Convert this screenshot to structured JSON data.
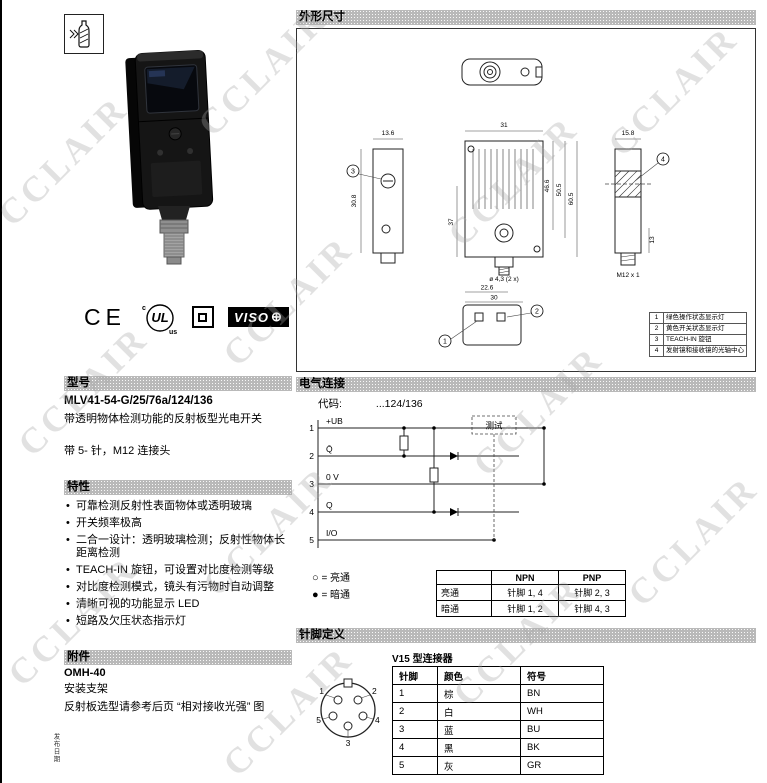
{
  "page": {
    "watermark": "CCLAIR",
    "side_text": "发布日期"
  },
  "header": {
    "certifications": {
      "ce": "CE",
      "ul": "UL",
      "ul_c": "c",
      "ul_us": "us",
      "visolux": "VISO",
      "visolux_plus": "⊕"
    }
  },
  "model": {
    "title": "型号",
    "number": "MLV41-54-G/25/76a/124/136",
    "description": "带透明物体检测功能的反射板型光电开关",
    "connector": "带 5- 针，M12 连接头"
  },
  "features": {
    "title": "特性",
    "items": [
      "可靠检测反射性表面物体或透明玻璃",
      "开关频率极高",
      "二合一设计：透明玻璃检测；反射性物体长距离检测",
      "TEACH-IN 旋钮，可设置对比度检测等级",
      "对比度检测模式，镜头有污物时自动调整",
      "清晰可视的功能显示 LED",
      "短路及欠压状态指示灯"
    ]
  },
  "accessories": {
    "title": "附件",
    "name": "OMH-40",
    "desc": "安装支架",
    "note": "反射板选型请参考后页 “相对接收光强” 图"
  },
  "dimensions": {
    "title": "外形尺寸",
    "labels": {
      "w_left_view": "13.6",
      "h_left_view": "30.8",
      "w_front": "31",
      "h_outer": "60.5",
      "h_mid": "50.5",
      "h_inner": "46.6",
      "h_lower_left": "37",
      "bottom_inner": "22.6",
      "bottom_outer": "30",
      "hole_note": "ø 4,3 (2 x)",
      "w_side_view": "15.8",
      "side_lower": "13",
      "thread": "M12 x 1"
    },
    "callouts": {
      "c1": "1",
      "c2": "2",
      "c3": "3",
      "c4": "4"
    },
    "legend": [
      {
        "no": "1",
        "text": "绿色操作状态显示灯"
      },
      {
        "no": "2",
        "text": "黄色开关状态显示灯"
      },
      {
        "no": "3",
        "text": "TEACH-IN 旋钮"
      },
      {
        "no": "4",
        "text": "发射镜和接收镜的光轴中心"
      }
    ]
  },
  "electrical": {
    "title": "电气连接",
    "code_label": "代码:",
    "code_value": "...124/136",
    "pins": [
      {
        "no": "1",
        "label": "+UB"
      },
      {
        "no": "2",
        "label": "Q̄"
      },
      {
        "no": "3",
        "label": "0 V"
      },
      {
        "no": "4",
        "label": "Q"
      },
      {
        "no": "5",
        "label": "I/O"
      }
    ],
    "test_label": "测试",
    "legend": [
      {
        "symbol": "○",
        "text": "= 亮通"
      },
      {
        "symbol": "●",
        "text": "= 暗通"
      }
    ],
    "logic_table": {
      "headers": [
        "NPN",
        "PNP"
      ],
      "rows": [
        {
          "label": "亮通",
          "npn": "针脚 1, 4",
          "pnp": "针脚 2, 3"
        },
        {
          "label": "暗通",
          "npn": "针脚 1, 2",
          "pnp": "针脚 4, 3"
        }
      ]
    }
  },
  "pin_definition": {
    "title": "针脚定义",
    "connector_label": "V15 型连接器",
    "connector_pins": [
      "1",
      "2",
      "3",
      "4",
      "5"
    ],
    "table": {
      "headers": [
        "针脚",
        "颜色",
        "符号"
      ],
      "rows": [
        {
          "pin": "1",
          "color": "棕",
          "symbol": "BN"
        },
        {
          "pin": "2",
          "color": "白",
          "symbol": "WH"
        },
        {
          "pin": "3",
          "color": "蓝",
          "symbol": "BU"
        },
        {
          "pin": "4",
          "color": "黑",
          "symbol": "BK"
        },
        {
          "pin": "5",
          "color": "灰",
          "symbol": "GR"
        }
      ]
    }
  }
}
